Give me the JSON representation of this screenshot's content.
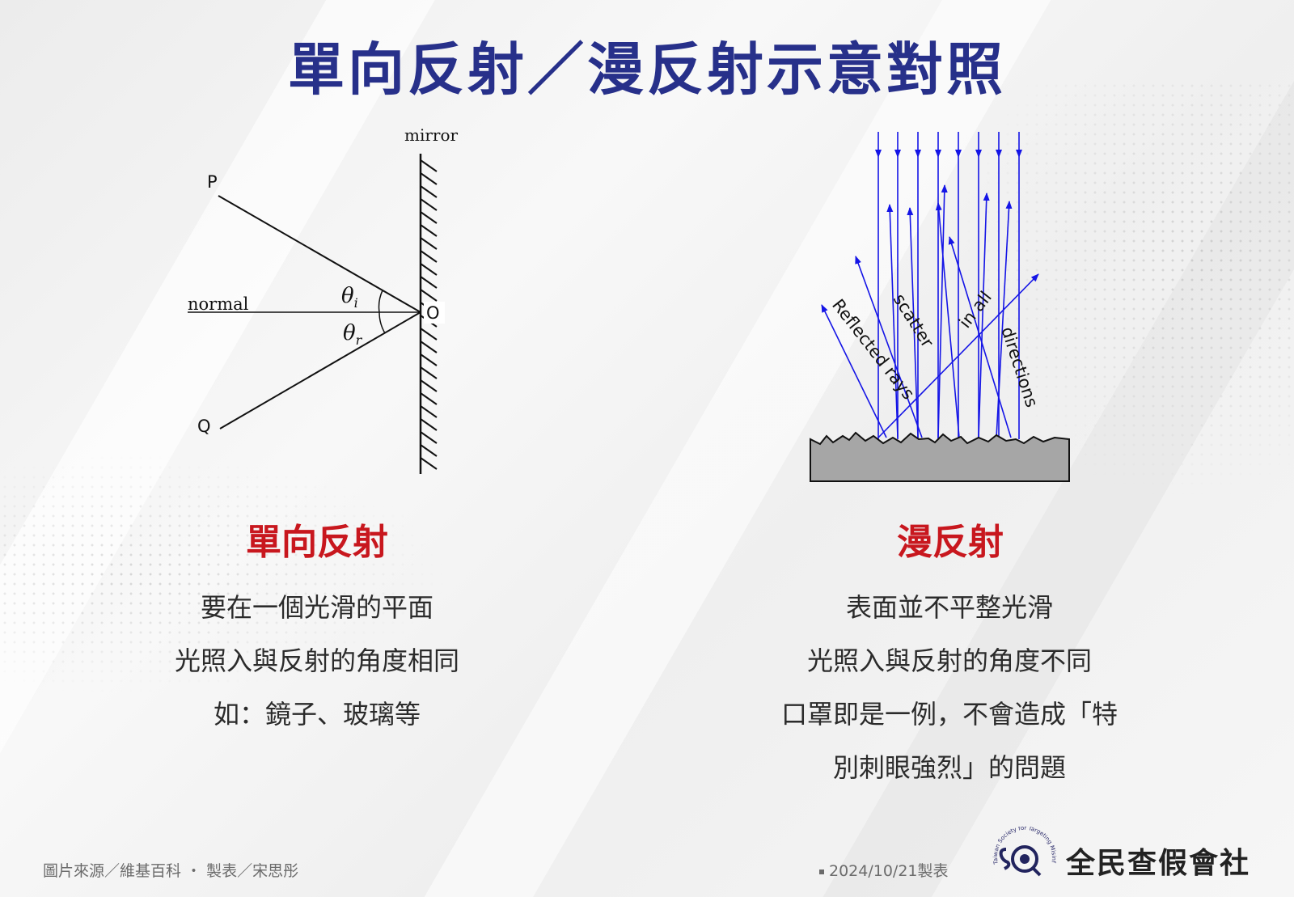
{
  "title": "單向反射／漫反射示意對照",
  "specular": {
    "figure": {
      "mirror_label": "mirror",
      "normal_label": "normal",
      "point_p": "P",
      "point_q": "Q",
      "point_o": "O",
      "theta_i": "θ",
      "theta_i_sub": "i",
      "theta_r": "θ",
      "theta_r_sub": "r"
    },
    "heading": "單向反射",
    "lines": [
      "要在一個光滑的平面",
      "光照入與反射的角度相同",
      "如：鏡子、玻璃等"
    ]
  },
  "diffuse": {
    "figure": {
      "label_reflected": "Reflected rays",
      "label_scatter": "scatter",
      "label_in_all": "in all",
      "label_directions": "directions",
      "ray_color": "#1414e6",
      "surface_color": "#a6a6a6"
    },
    "heading": "漫反射",
    "lines": [
      "表面並不平整光滑",
      "光照入與反射的角度不同",
      "口罩即是一例，不會造成「特",
      "別刺眼強烈」的問題"
    ]
  },
  "footer": {
    "source": "圖片來源／維基百科 ・ 製表／宋思彤",
    "date": "2024/10/21製表",
    "brand": "全民查假會社",
    "logo_ring_text": "Taiwan Society for Targeting Misinformation"
  },
  "colors": {
    "title": "#27308a",
    "subheading": "#c8171e",
    "body_text": "#2b2b2b"
  }
}
